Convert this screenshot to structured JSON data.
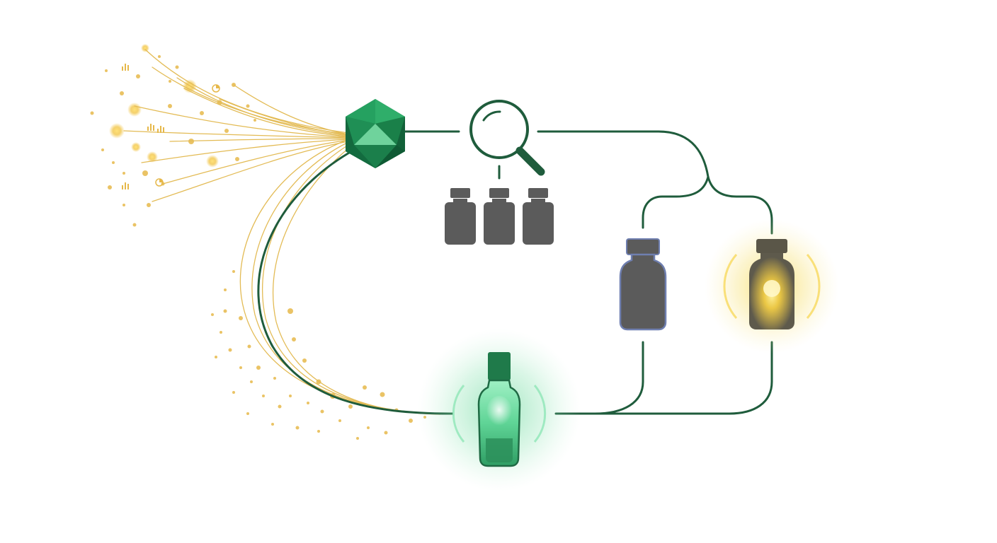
{
  "diagram": {
    "colors": {
      "background": "#ffffff",
      "flow_line": "#1f5c3c",
      "gold": "#e6b84a",
      "gold_light": "#f2d47e",
      "gem_dark": "#167544",
      "gem_mid": "#25a160",
      "gem_light": "#6fd39c",
      "bottle_gray": "#5b5b5b",
      "bottle_outline_blue": "#6f7fb0",
      "green_glow": "#4fd18a",
      "yellow_glow": "#f5d63a"
    },
    "nodes": [
      {
        "id": "data-stream",
        "icon": "data-particles-icon"
      },
      {
        "id": "gem",
        "icon": "green-gem-icon"
      },
      {
        "id": "search",
        "icon": "magnifier-icon"
      },
      {
        "id": "candidates",
        "icon": "bottle-group-icon",
        "count": 3
      },
      {
        "id": "blue-bottle",
        "icon": "bottle-icon"
      },
      {
        "id": "gold-bottle",
        "icon": "glowing-bottle-icon"
      },
      {
        "id": "perfume",
        "icon": "glowing-perfume-bottle-icon"
      }
    ]
  }
}
